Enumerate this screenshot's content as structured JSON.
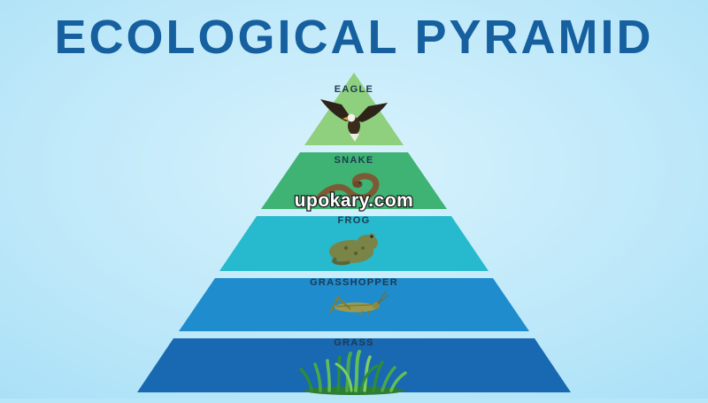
{
  "title": "ECOLOGICAL PYRAMID",
  "watermark": "upokary.com",
  "colors": {
    "background_center": "#d8f2fd",
    "background_edge": "#a9e0f7",
    "title": "#16609f",
    "label": "#1c3a52",
    "watermark_fill": "#ffffff",
    "watermark_outline": "#1a1a1a"
  },
  "pyramid": {
    "levels": [
      {
        "name": "eagle",
        "label": "EAGLE",
        "color": "#8ed07d",
        "image": "eagle-image"
      },
      {
        "name": "snake",
        "label": "SNAKE",
        "color": "#3eb373",
        "image": "snake-image"
      },
      {
        "name": "frog",
        "label": "FROG",
        "color": "#27b9cd",
        "image": "frog-image"
      },
      {
        "name": "grasshopper",
        "label": "GRASSHOPPER",
        "color": "#1f8ccd",
        "image": "grasshopper-image"
      },
      {
        "name": "grass",
        "label": "GRASS",
        "color": "#1868b2",
        "image": "grass-image"
      }
    ]
  }
}
